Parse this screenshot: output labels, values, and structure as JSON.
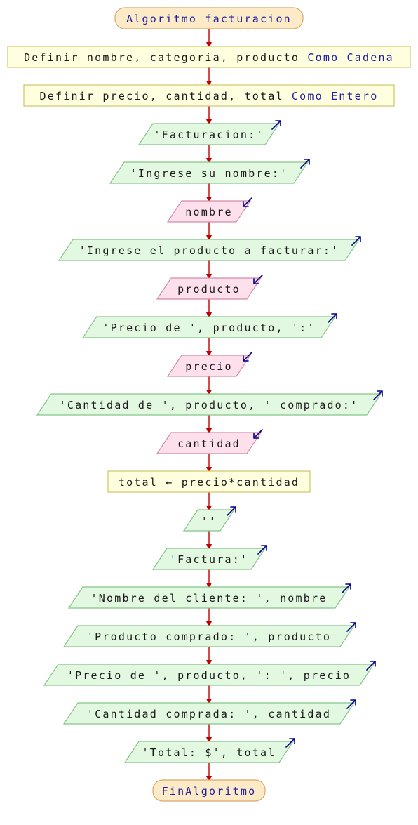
{
  "colors": {
    "terminal_fill": "#fdebc8",
    "terminal_stroke": "#d8a765",
    "process_fill": "#ffffe0",
    "process_stroke": "#cfc46a",
    "output_fill": "#e3f8e0",
    "output_stroke": "#84c489",
    "input_fill": "#fde0ec",
    "input_stroke": "#d48aa8",
    "arrow": "#c00000",
    "keyword": "#2020a0",
    "text": "#1a1a1a",
    "io_arrow": "#00008b"
  },
  "nodes": [
    {
      "kind": "terminal",
      "parts": [
        {
          "t": "Algoritmo facturacion",
          "kw": true
        }
      ]
    },
    {
      "kind": "process",
      "parts": [
        {
          "t": "Definir nombre, categoria, producto "
        },
        {
          "t": "Como Cadena",
          "kw": true
        }
      ]
    },
    {
      "kind": "process",
      "parts": [
        {
          "t": "Definir precio, cantidad, total "
        },
        {
          "t": "Como Entero",
          "kw": true
        }
      ]
    },
    {
      "kind": "output",
      "parts": [
        {
          "t": "'Facturacion:'"
        }
      ]
    },
    {
      "kind": "output",
      "parts": [
        {
          "t": "'Ingrese su nombre:'"
        }
      ]
    },
    {
      "kind": "input",
      "parts": [
        {
          "t": "nombre"
        }
      ]
    },
    {
      "kind": "output",
      "parts": [
        {
          "t": "'Ingrese el producto a facturar:'"
        }
      ]
    },
    {
      "kind": "input",
      "parts": [
        {
          "t": "producto"
        }
      ]
    },
    {
      "kind": "output",
      "parts": [
        {
          "t": "'Precio de ', producto, ':'"
        }
      ]
    },
    {
      "kind": "input",
      "parts": [
        {
          "t": "precio"
        }
      ]
    },
    {
      "kind": "output",
      "parts": [
        {
          "t": "'Cantidad de ', producto, ' comprado:'"
        }
      ]
    },
    {
      "kind": "input",
      "parts": [
        {
          "t": "cantidad"
        }
      ]
    },
    {
      "kind": "process",
      "parts": [
        {
          "t": "total ← precio*cantidad"
        }
      ]
    },
    {
      "kind": "output",
      "parts": [
        {
          "t": "''"
        }
      ]
    },
    {
      "kind": "output",
      "parts": [
        {
          "t": "'Factura:'"
        }
      ]
    },
    {
      "kind": "output",
      "parts": [
        {
          "t": "'Nombre del cliente: ', nombre"
        }
      ]
    },
    {
      "kind": "output",
      "parts": [
        {
          "t": "'Producto comprado: ', producto"
        }
      ]
    },
    {
      "kind": "output",
      "parts": [
        {
          "t": "'Precio de ', producto, ': ', precio"
        }
      ]
    },
    {
      "kind": "output",
      "parts": [
        {
          "t": "'Cantidad comprada: ', cantidad"
        }
      ]
    },
    {
      "kind": "output",
      "parts": [
        {
          "t": "'Total: $', total"
        }
      ]
    },
    {
      "kind": "terminal",
      "parts": [
        {
          "t": "FinAlgoritmo",
          "kw": true
        }
      ]
    }
  ]
}
